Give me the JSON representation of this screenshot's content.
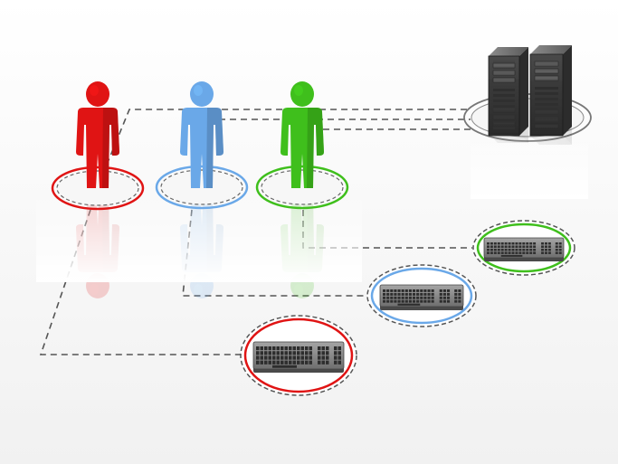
{
  "diagram": {
    "colors": {
      "user_red": "#e01414",
      "user_blue": "#6aa8e8",
      "user_green": "#3fbf1c",
      "dash_gray": "#555555",
      "server_dark": "#3a3a3a",
      "keyboard_body": "#8a8a8a"
    },
    "users": [
      {
        "name": "user-red",
        "color": "user_red",
        "icon": "person-icon"
      },
      {
        "name": "user-blue",
        "color": "user_blue",
        "icon": "person-icon"
      },
      {
        "name": "user-green",
        "color": "user_green",
        "icon": "person-icon"
      }
    ],
    "workstations": [
      {
        "name": "keyboard-red",
        "ring": "user_red",
        "icon": "keyboard-icon"
      },
      {
        "name": "keyboard-blue",
        "ring": "user_blue",
        "icon": "keyboard-icon"
      },
      {
        "name": "keyboard-green",
        "ring": "user_green",
        "icon": "keyboard-icon"
      }
    ],
    "server": {
      "icon": "server-tower-icon",
      "count": 2
    }
  }
}
